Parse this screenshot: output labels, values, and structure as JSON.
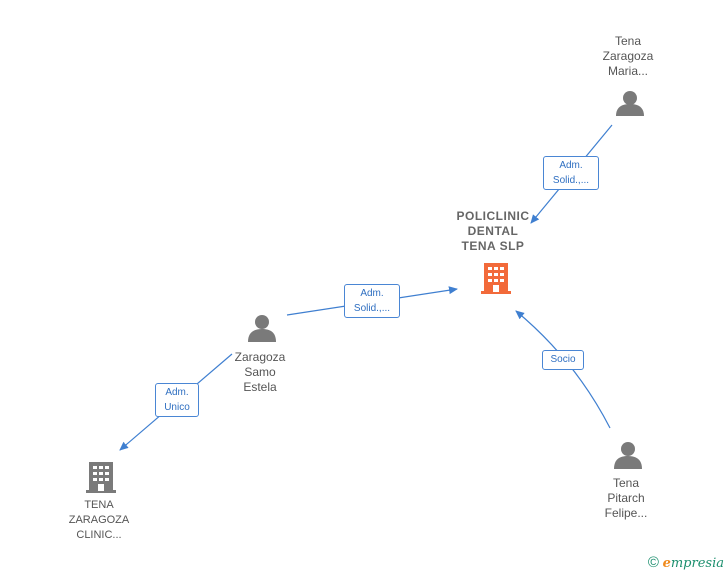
{
  "nodes": {
    "main_company": {
      "lines": [
        "POLICLINIC",
        "DENTAL",
        "TENA  SLP"
      ],
      "color": "#f26a3a"
    },
    "tena_zaragoza_maria": {
      "lines": [
        "Tena",
        "Zaragoza",
        "Maria..."
      ]
    },
    "zaragoza_samo_estela": {
      "lines": [
        "Zaragoza",
        "Samo",
        "Estela"
      ]
    },
    "tena_pitarch_felipe": {
      "lines": [
        "Tena",
        "Pitarch",
        "Felipe..."
      ]
    },
    "tena_zaragoza_clinic": {
      "lines": [
        "TENA",
        "ZARAGOZA",
        "CLINIC..."
      ],
      "color": "#7a7a7a"
    }
  },
  "edges": {
    "maria_to_main": {
      "lines": [
        "Adm.",
        "Solid.,..."
      ]
    },
    "estela_to_main": {
      "lines": [
        "Adm.",
        "Solid.,..."
      ]
    },
    "felipe_to_main": {
      "lines": [
        "Socio"
      ]
    },
    "estela_to_clinic": {
      "lines": [
        "Adm.",
        "Unico"
      ]
    }
  },
  "colors": {
    "edge": "#3f7fd0",
    "person": "#7a7a7a",
    "main_company": "#f26a3a",
    "company": "#7a7a7a"
  },
  "brand": {
    "copyright": "©",
    "initial": "e",
    "name": "mpresia"
  }
}
